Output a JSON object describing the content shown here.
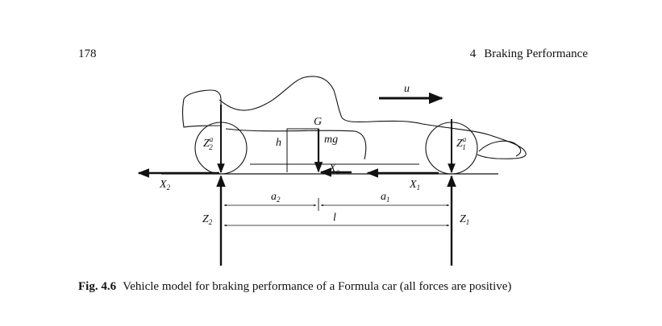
{
  "header": {
    "page_number": "178",
    "chapter_number": "4",
    "chapter_title": "Braking Performance"
  },
  "figure": {
    "labels": {
      "u": "u",
      "G": "G",
      "mg": "mg",
      "h": "h",
      "Xa": "X",
      "Xa_sub": "a",
      "X1": "X",
      "X1_sub": "1",
      "X2": "X",
      "X2_sub": "2",
      "Z1": "Z",
      "Z1_sub": "1",
      "Z2": "Z",
      "Z2_sub": "2",
      "Z1a": "Z",
      "Z1a_sup": "a",
      "Z1a_sub": "1",
      "Z2a": "Z",
      "Z2a_sup": "a",
      "Z2a_sub": "2",
      "a1": "a",
      "a1_sub": "1",
      "a2": "a",
      "a2_sub": "2",
      "l": "l"
    }
  },
  "caption": {
    "label": "Fig. 4.6",
    "text": "Vehicle model for braking performance of a Formula car (all forces are positive)"
  }
}
